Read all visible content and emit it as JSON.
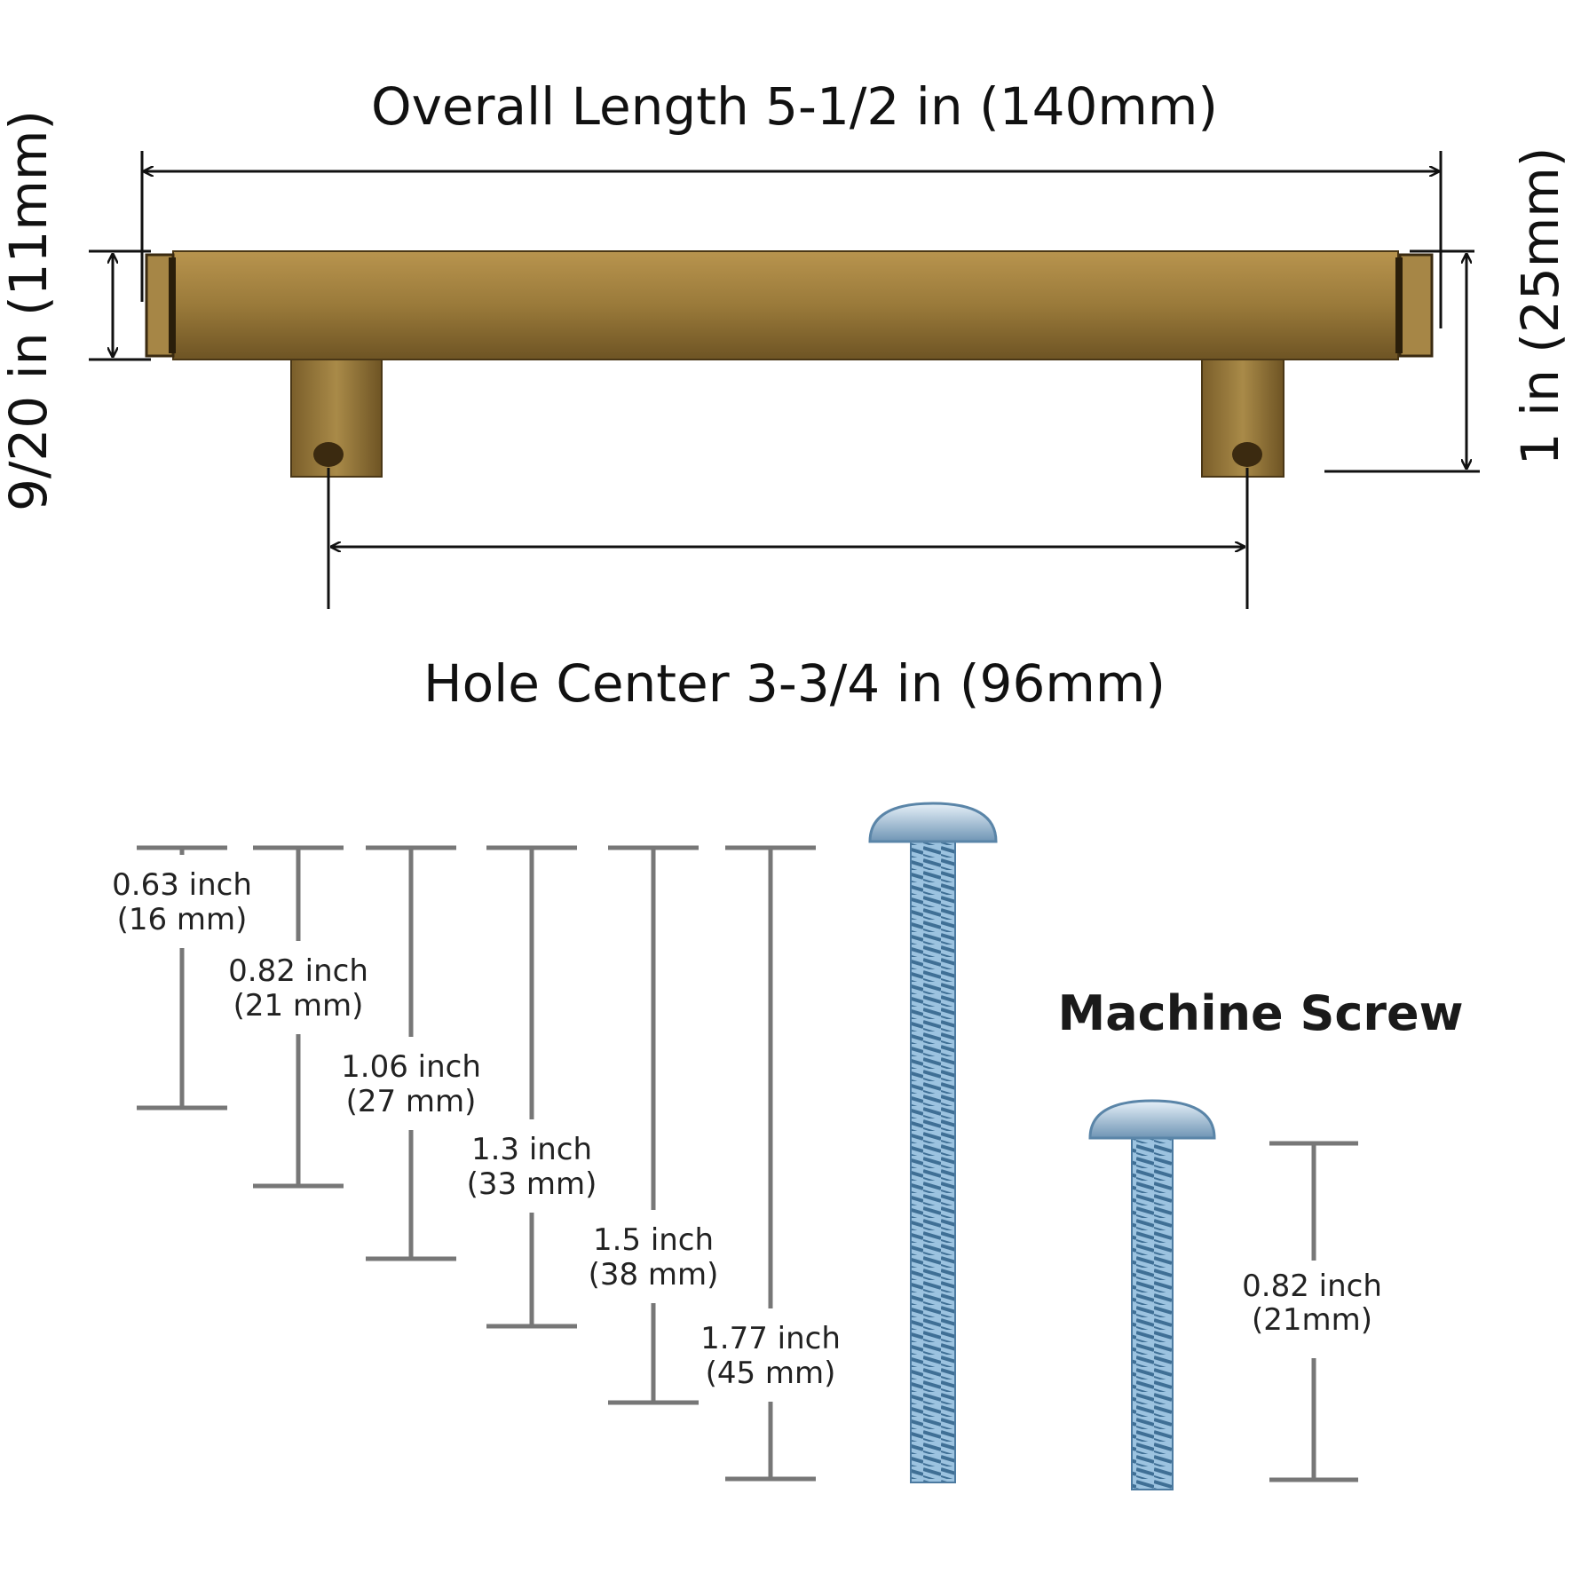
{
  "handle": {
    "overall_length": "Overall Length 5-1/2 in (140mm)",
    "hole_center": "Hole Center 3-3/4 in (96mm)",
    "bar_thickness": "9/20 in (11mm)",
    "projection": "1 in (25mm)",
    "finish_color": "#9a7a3a"
  },
  "screws": {
    "title": "Machine Screw",
    "lengths": [
      {
        "inch": "0.63 inch",
        "mm": "(16 mm)"
      },
      {
        "inch": "0.82 inch",
        "mm": "(21 mm)"
      },
      {
        "inch": "1.06 inch",
        "mm": "(27 mm)"
      },
      {
        "inch": "1.3 inch",
        "mm": "(33 mm)"
      },
      {
        "inch": "1.5 inch",
        "mm": "(38 mm)"
      },
      {
        "inch": "1.77 inch",
        "mm": "(45 mm)"
      }
    ],
    "short_screw": {
      "inch": "0.82 inch",
      "mm": "(21mm)"
    },
    "screw_color": "#8fb8d8"
  }
}
